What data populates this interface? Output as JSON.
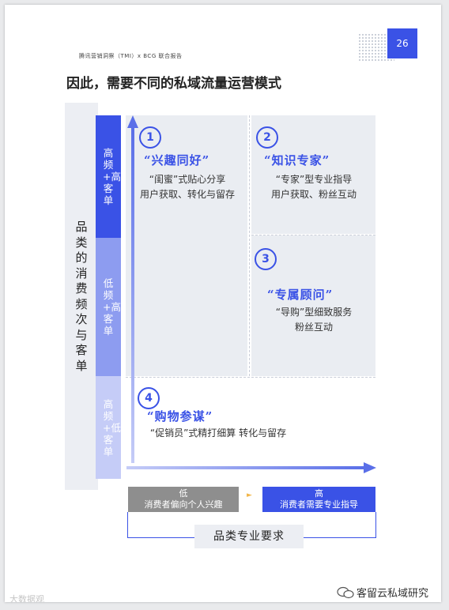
{
  "page_number": "26",
  "header": "腾讯营销洞察（TMI）x BCG 联合报告",
  "title": "因此，需要不同的私域流量运营模式",
  "y_axis": {
    "label": "品类的消费频次与客单",
    "segments": [
      {
        "label": "高频+高客单"
      },
      {
        "label": "低频+高客单"
      },
      {
        "label": "高频+低客单"
      }
    ]
  },
  "cells": [
    {
      "number": "1",
      "title": "“兴趣同好”",
      "lines": [
        "“闺蜜”式贴心分享",
        "用户获取、转化与留存"
      ]
    },
    {
      "number": "2",
      "title": "“知识专家”",
      "lines": [
        "“专家”型专业指导",
        "用户获取、粉丝互动"
      ]
    },
    {
      "number": "3",
      "title": "“专属顾问”",
      "lines": [
        "“导购”型细致服务",
        "粉丝互动"
      ]
    },
    {
      "number": "4",
      "title": "“购物参谋”",
      "lines": [
        "“促销员”式精打细算 转化与留存"
      ]
    }
  ],
  "x_axis": {
    "low": {
      "title": "低",
      "desc": "消费者偏向个人兴趣"
    },
    "high": {
      "title": "高",
      "desc": "消费者需要专业指导"
    },
    "label": "品类专业要求"
  },
  "watermark": "大数据观",
  "brand": "客留云私域研究",
  "colors": {
    "accent": "#3a52e6",
    "light": "#8d9cf0",
    "lighter": "#c5ccf7",
    "panel": "#eaedf2"
  }
}
